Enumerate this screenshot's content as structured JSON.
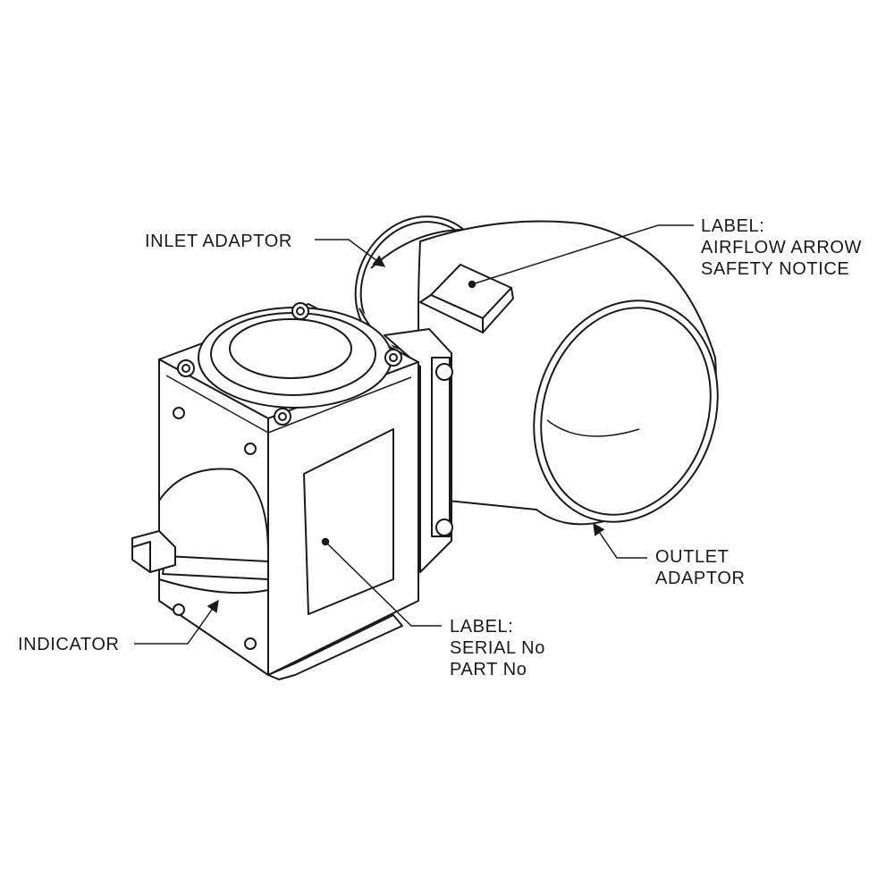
{
  "diagram": {
    "callouts": {
      "inlet_adaptor": {
        "lines": [
          "INLET ADAPTOR"
        ]
      },
      "airflow_label": {
        "lines": [
          "LABEL:",
          "AIRFLOW ARROW",
          "SAFETY NOTICE"
        ]
      },
      "outlet_adaptor": {
        "lines": [
          "OUTLET",
          "ADAPTOR"
        ]
      },
      "indicator": {
        "lines": [
          "INDICATOR"
        ]
      },
      "serial_label": {
        "lines": [
          "LABEL:",
          "SERIAL No",
          "PART No"
        ]
      }
    },
    "colors": {
      "ink": "#1a1a1a",
      "fill": "#ffffff"
    }
  }
}
